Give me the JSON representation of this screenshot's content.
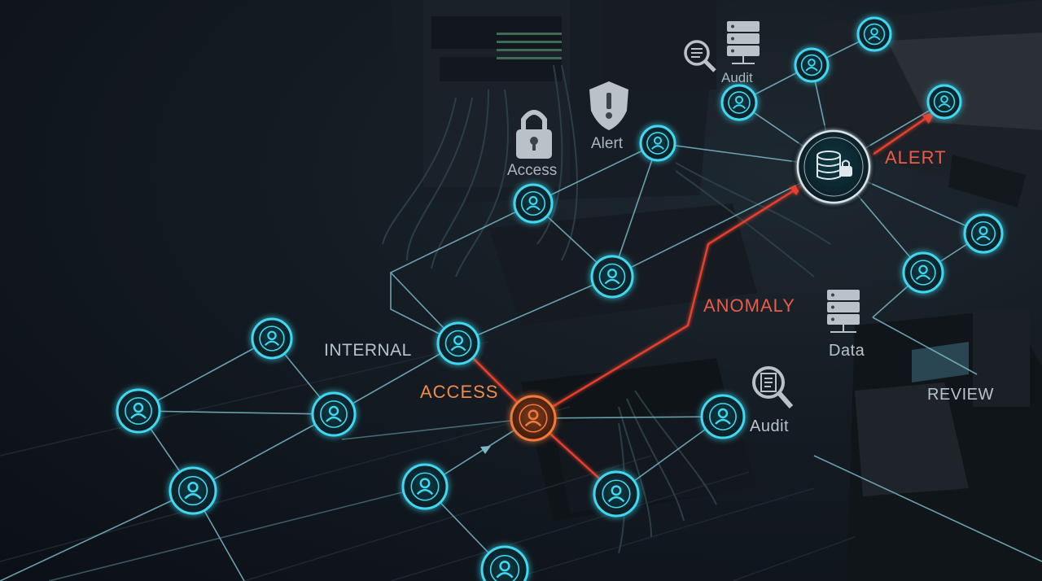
{
  "labels": {
    "internal": "INTERNAL",
    "access_main": "ACCESS",
    "anomaly": "ANOMALY",
    "alert_main": "ALERT",
    "review": "REVIEW",
    "data": "Data",
    "audit_mid": "Audit",
    "audit_top": "Audit",
    "access_top": "Access",
    "alert_top": "Alert"
  },
  "colors": {
    "node_cyan": "#3fd7f0",
    "node_orange": "#f07a3a",
    "alert_red": "#e8402f",
    "background": "#111820"
  },
  "icons": [
    "user-node-icon",
    "padlock-icon",
    "shield-alert-icon",
    "document-search-icon",
    "server-icon",
    "database-lock-icon"
  ]
}
